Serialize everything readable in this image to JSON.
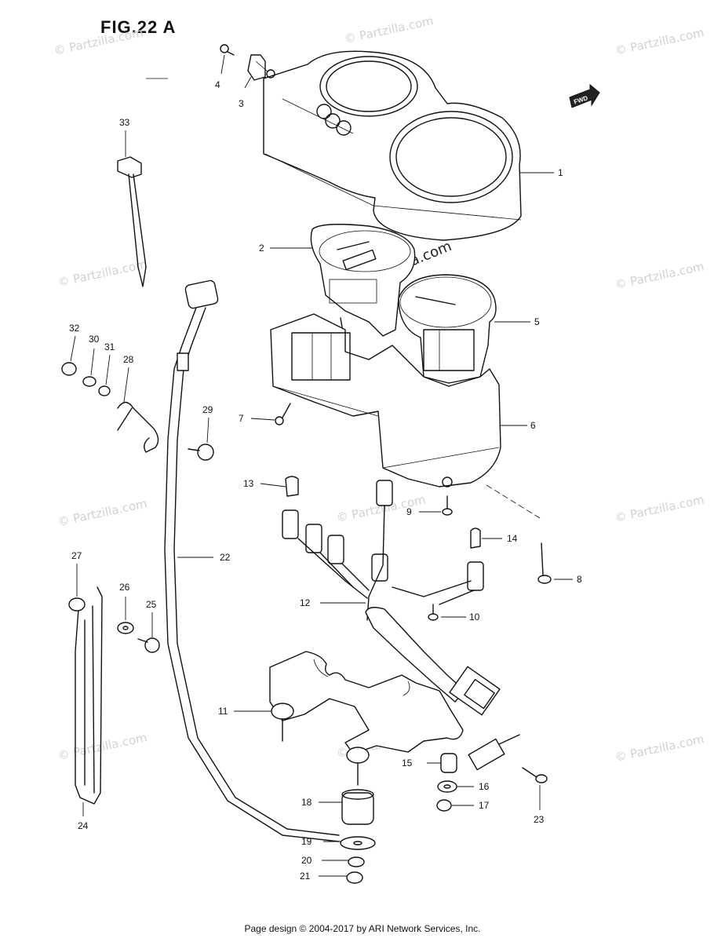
{
  "figure": {
    "title": "FIG.22 A",
    "fwd_label": "FWD"
  },
  "watermark": {
    "text": "© Partzilla.com",
    "center_text": "© Partzilla.com"
  },
  "footer": {
    "text": "Page design © 2004-2017 by ARI Network Services, Inc."
  },
  "callouts": [
    {
      "id": "1",
      "label": "1"
    },
    {
      "id": "2",
      "label": "2"
    },
    {
      "id": "3",
      "label": "3"
    },
    {
      "id": "4",
      "label": "4"
    },
    {
      "id": "5",
      "label": "5"
    },
    {
      "id": "6",
      "label": "6"
    },
    {
      "id": "7",
      "label": "7"
    },
    {
      "id": "8",
      "label": "8"
    },
    {
      "id": "9",
      "label": "9"
    },
    {
      "id": "10",
      "label": "10"
    },
    {
      "id": "11",
      "label": "11"
    },
    {
      "id": "12",
      "label": "12"
    },
    {
      "id": "13",
      "label": "13"
    },
    {
      "id": "14",
      "label": "14"
    },
    {
      "id": "15",
      "label": "15"
    },
    {
      "id": "16",
      "label": "16"
    },
    {
      "id": "17",
      "label": "17"
    },
    {
      "id": "18",
      "label": "18"
    },
    {
      "id": "19",
      "label": "19"
    },
    {
      "id": "20",
      "label": "20"
    },
    {
      "id": "21",
      "label": "21"
    },
    {
      "id": "22",
      "label": "22"
    },
    {
      "id": "23",
      "label": "23"
    },
    {
      "id": "24",
      "label": "24"
    },
    {
      "id": "25",
      "label": "25"
    },
    {
      "id": "26",
      "label": "26"
    },
    {
      "id": "27",
      "label": "27"
    },
    {
      "id": "28",
      "label": "28"
    },
    {
      "id": "29",
      "label": "29"
    },
    {
      "id": "30",
      "label": "30"
    },
    {
      "id": "31",
      "label": "31"
    },
    {
      "id": "32",
      "label": "32"
    },
    {
      "id": "33",
      "label": "33"
    }
  ]
}
